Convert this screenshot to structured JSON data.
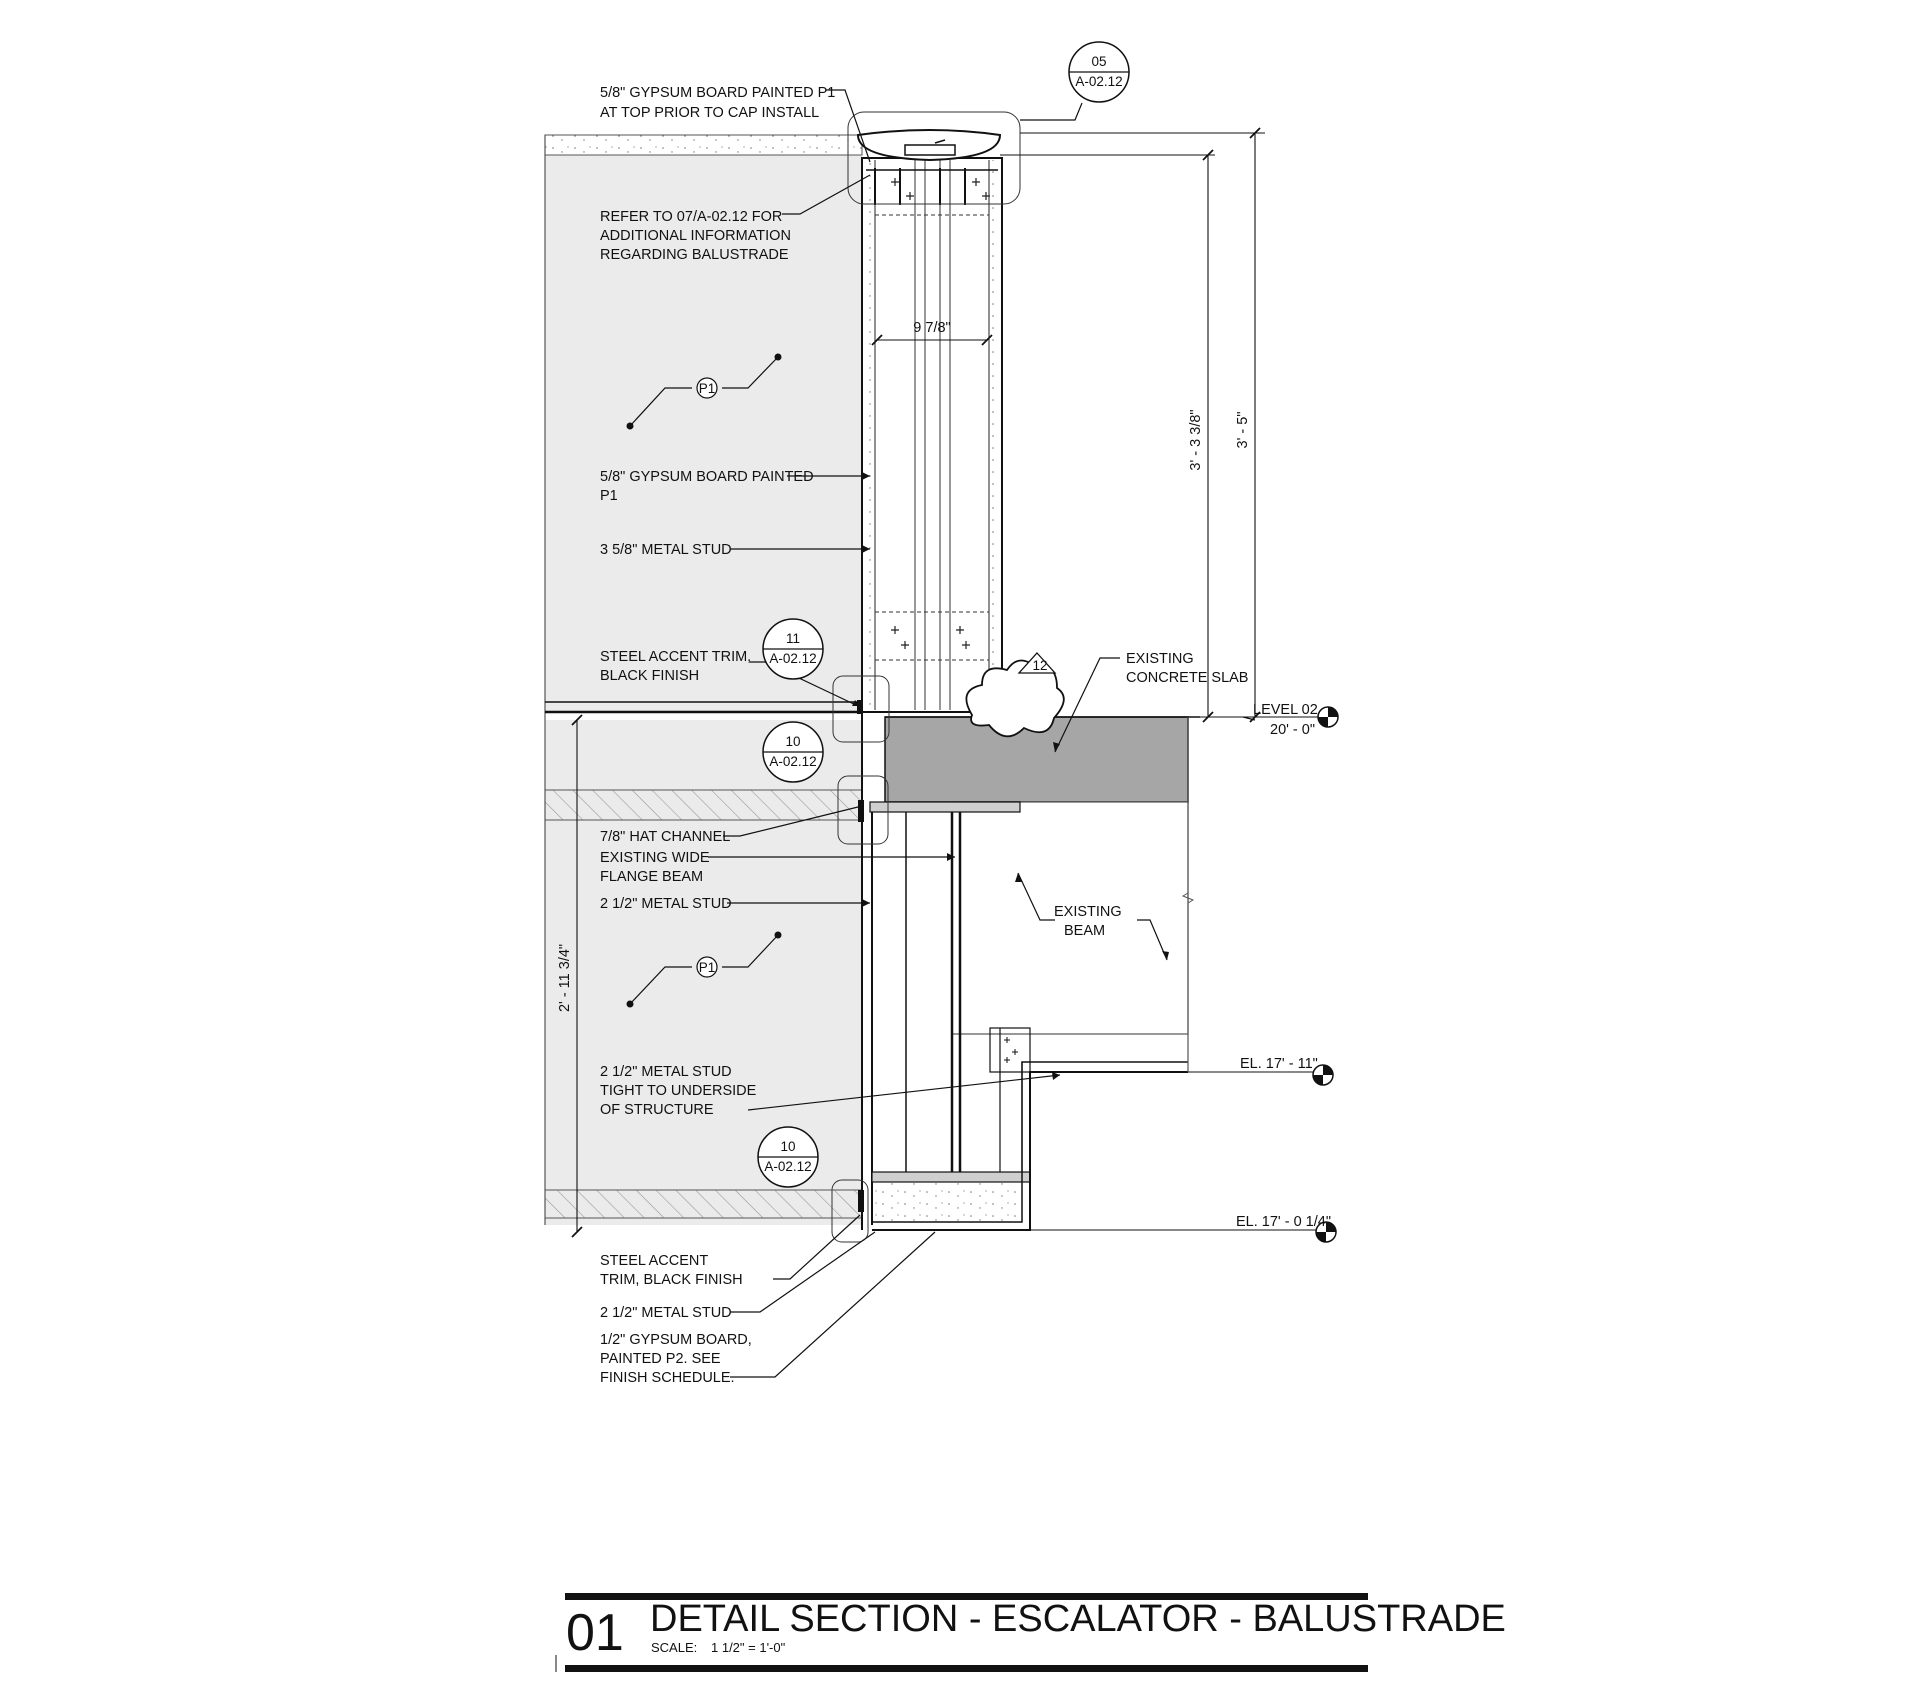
{
  "notes": {
    "gyp_top_1": "5/8\" GYPSUM BOARD PAINTED P1",
    "gyp_top_2": "AT TOP PRIOR TO CAP INSTALL",
    "refer_1": "REFER TO 07/A-02.12 FOR",
    "refer_2": "ADDITIONAL INFORMATION",
    "refer_3": "REGARDING BALUSTRADE",
    "gyp_mid_1": "5/8\" GYPSUM BOARD PAINTED",
    "gyp_mid_2": "P1",
    "stud_358": "3 5/8\" METAL STUD",
    "trim_1": "STEEL ACCENT TRIM,",
    "trim_2": "BLACK FINISH",
    "slab_1": "EXISTING",
    "slab_2": "CONCRETE SLAB",
    "hat": "7/8\" HAT CHANNEL",
    "wf_1": "EXISTING WIDE",
    "wf_2": "FLANGE BEAM",
    "stud_212_a": "2 1/2\" METAL STUD",
    "beam_1": "EXISTING",
    "beam_2": "BEAM",
    "tight_1": "2 1/2\" METAL STUD",
    "tight_2": "TIGHT TO UNDERSIDE",
    "tight_3": "OF STRUCTURE",
    "trim_low_1": "STEEL ACCENT",
    "trim_low_2": "TRIM, BLACK FINISH",
    "stud_212_b": "2 1/2\" METAL STUD",
    "gyp_half_1": "1/2\" GYPSUM BOARD,",
    "gyp_half_2": "PAINTED P2. SEE",
    "gyp_half_3": "FINISH SCHEDULE."
  },
  "tags": {
    "t05_num": "05",
    "t05_sheet": "A-02.12",
    "t11_num": "11",
    "t11_sheet": "A-02.12",
    "t10a_num": "10",
    "t10a_sheet": "A-02.12",
    "t10b_num": "10",
    "t10b_sheet": "A-02.12",
    "p1_a": "P1",
    "p1_b": "P1",
    "rev": "12"
  },
  "dims": {
    "width": "9 7/8\"",
    "h1": "3' - 3 3/8\"",
    "h2": "3' - 5\"",
    "lower": "2' - 11 3/4\""
  },
  "levels": {
    "l02_name": "LEVEL 02",
    "l02_elev": "20' - 0\"",
    "el1": "EL. 17' - 11\"",
    "el2": "EL. 17' - 0 1/4\""
  },
  "title_block": {
    "number": "01",
    "title": "DETAIL SECTION - ESCALATOR - BALUSTRADE",
    "scale_label": "SCALE:",
    "scale_value": "1 1/2\" = 1'-0\""
  },
  "colors": {
    "wall_fill": "#ebebeb",
    "slab_fill": "#a6a6a6",
    "line": "#111111"
  }
}
